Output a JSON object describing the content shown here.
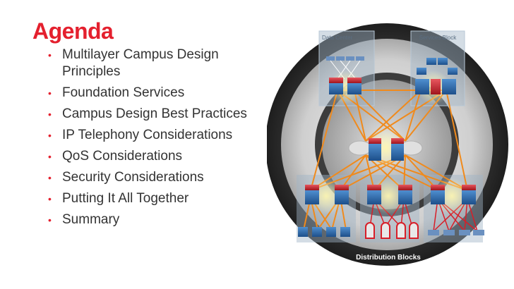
{
  "slide": {
    "title": "Agenda",
    "bullet_glyph": "•",
    "items": [
      {
        "label": "Multilayer Campus Design Principles"
      },
      {
        "label": "Foundation Services"
      },
      {
        "label": "Campus Design Best Practices"
      },
      {
        "label": "IP Telephony Considerations"
      },
      {
        "label": "QoS Considerations"
      },
      {
        "label": "Security Considerations"
      },
      {
        "label": "Putting It All Together"
      },
      {
        "label": "Summary"
      }
    ]
  },
  "diagram": {
    "data_center_label": "Data Center",
    "services_block_label": "Services Block",
    "distribution_blocks_label": "Distribution Blocks",
    "colors": {
      "accent": "#e4202e",
      "link_orange": "#f08a1c",
      "link_red": "#d81e28",
      "ring_dark": "#2e2e2e",
      "ring_light": "#c8c8c8",
      "device_blue": "#2a6fb5",
      "device_red": "#c8202c"
    }
  }
}
